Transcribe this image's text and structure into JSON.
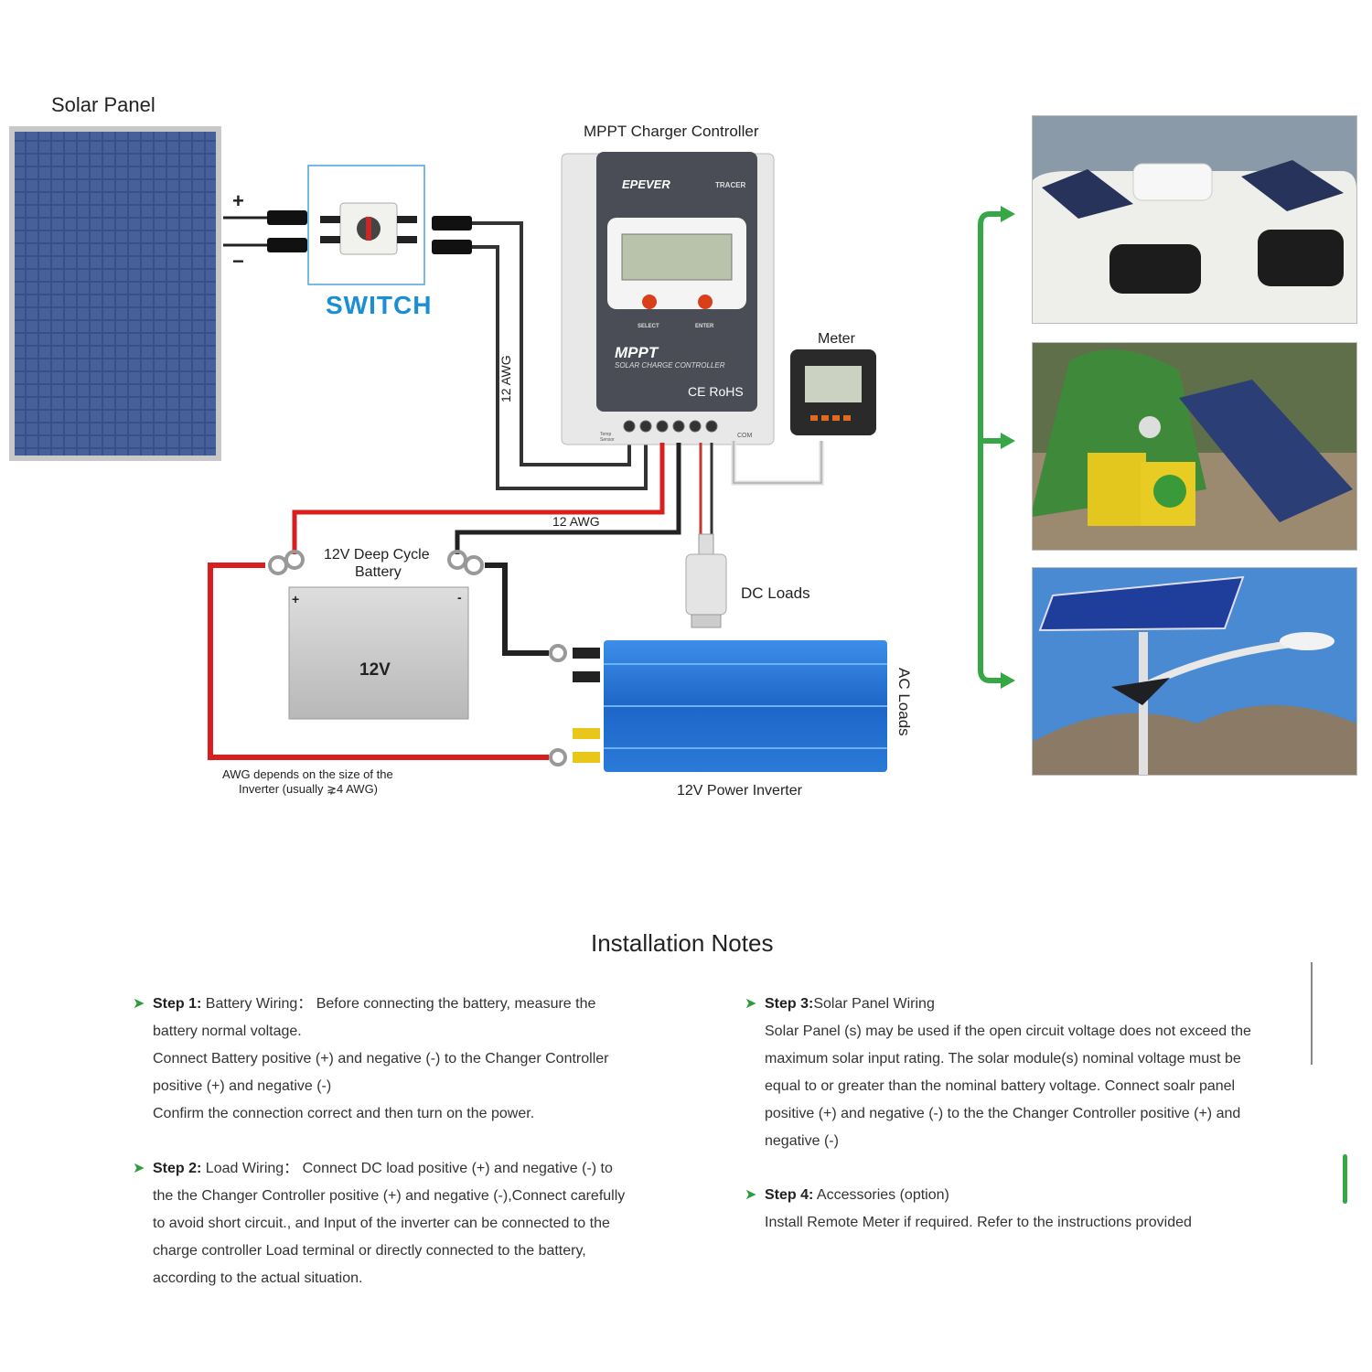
{
  "labels": {
    "solar_panel": "Solar Panel",
    "plus": "+",
    "minus": "−",
    "switch": "SWITCH",
    "controller_title": "MPPT Charger Controller",
    "controller_brand": "EPEVER",
    "controller_model": "TRACER",
    "controller_select": "SELECT",
    "controller_enter": "ENTER",
    "controller_mppt": "MPPT",
    "controller_sub": "SOLAR CHARGE CONTROLLER",
    "controller_cert": "CE RoHS",
    "controller_com": "COM",
    "controller_temp": "Temp Sensor",
    "meter": "Meter",
    "awg_vertical": "12 AWG",
    "awg_horizontal": "12 AWG",
    "battery_title_line1": "12V Deep Cycle",
    "battery_title_line2": "Battery",
    "battery_voltage": "12V",
    "battery_plus": "+",
    "battery_minus": "-",
    "dc_loads": "DC Loads",
    "ac_loads": "AC Loads",
    "inverter": "12V Power Inverter",
    "awg_note_line1": "AWG depends on the size of the",
    "awg_note_line2": "Inverter (usually ⋧4 AWG)"
  },
  "notes": {
    "title": "Installation Notes",
    "step1": {
      "heading": "Step 1:",
      "lines": [
        "Battery Wiring： Before connecting the battery, measure the",
        "battery normal voltage.",
        "Connect Battery positive (+) and negative (-) to the Changer Controller",
        "positive (+) and negative (-)",
        "Confirm the connection correct and then turn on the power."
      ]
    },
    "step2": {
      "heading": "Step 2:",
      "lines": [
        "Load Wiring： Connect DC load positive (+) and negative (-) to",
        "the the Changer Controller positive (+) and negative (-),Connect carefully",
        "to avoid short circuit., and  Input of the inverter can be connected to the",
        "charge controller Load terminal or directly connected to the battery,",
        "according to the actual situation."
      ]
    },
    "step3": {
      "heading": "Step 3:",
      "lines": [
        "Solar  Panel  Wiring",
        "Solar Panel (s) may be used if the open circuit voltage does not exceed the",
        "maximum solar input rating. The solar module(s) nominal voltage must be",
        "equal to or greater than the nominal battery voltage. Connect soalr panel",
        "positive (+) and negative (-) to the the Changer Controller positive (+) and",
        "negative (-)"
      ]
    },
    "step4": {
      "heading": "Step 4:",
      "lines": [
        "Accessories (option)",
        "Install Remote Meter if required. Refer to the instructions provided"
      ]
    }
  },
  "icons": {
    "bullet": "arrow-bullet-icon",
    "arrows": "green-bracket-arrow-icon"
  },
  "colors": {
    "wire_red": "#d81e1e",
    "wire_black": "#222222",
    "accent_green": "#35a845",
    "switch_blue": "#1a8fd6",
    "inverter_blue": "#1e6fd0"
  }
}
